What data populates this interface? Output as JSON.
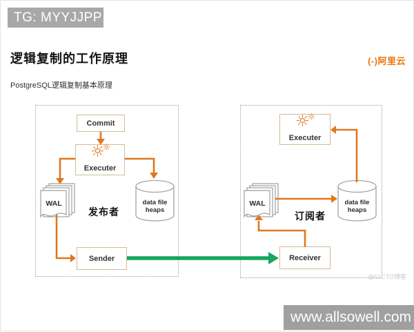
{
  "badges": {
    "tg": "TG: MYYJJPP",
    "site": "www.allsowell.com"
  },
  "header": {
    "title": "逻辑复制的工作原理",
    "subtitle": "PostgreSQL逻辑复制基本原理",
    "logo": "(-)阿里云"
  },
  "diagram": {
    "publisher": {
      "label": "发布者",
      "commit": "Commit",
      "executer": "Executer",
      "wal": "WAL",
      "heap_line1": "data file",
      "heap_line2": "heaps",
      "sender": "Sender"
    },
    "subscriber": {
      "label": "订阅者",
      "executer": "Executer",
      "wal": "WAL",
      "heap_line1": "data file",
      "heap_line2": "heaps",
      "receiver": "Receiver"
    }
  },
  "icons": {
    "gear": "☼"
  },
  "watermark": "@51CTO博客",
  "colors": {
    "orange_arrow": "#e2761c",
    "green_arrow": "#16a75c",
    "logo_orange": "#e8750c",
    "badge_gray": "#a8a8a8",
    "box_border": "#cfbb97",
    "panel_border": "#9b9b9b"
  }
}
